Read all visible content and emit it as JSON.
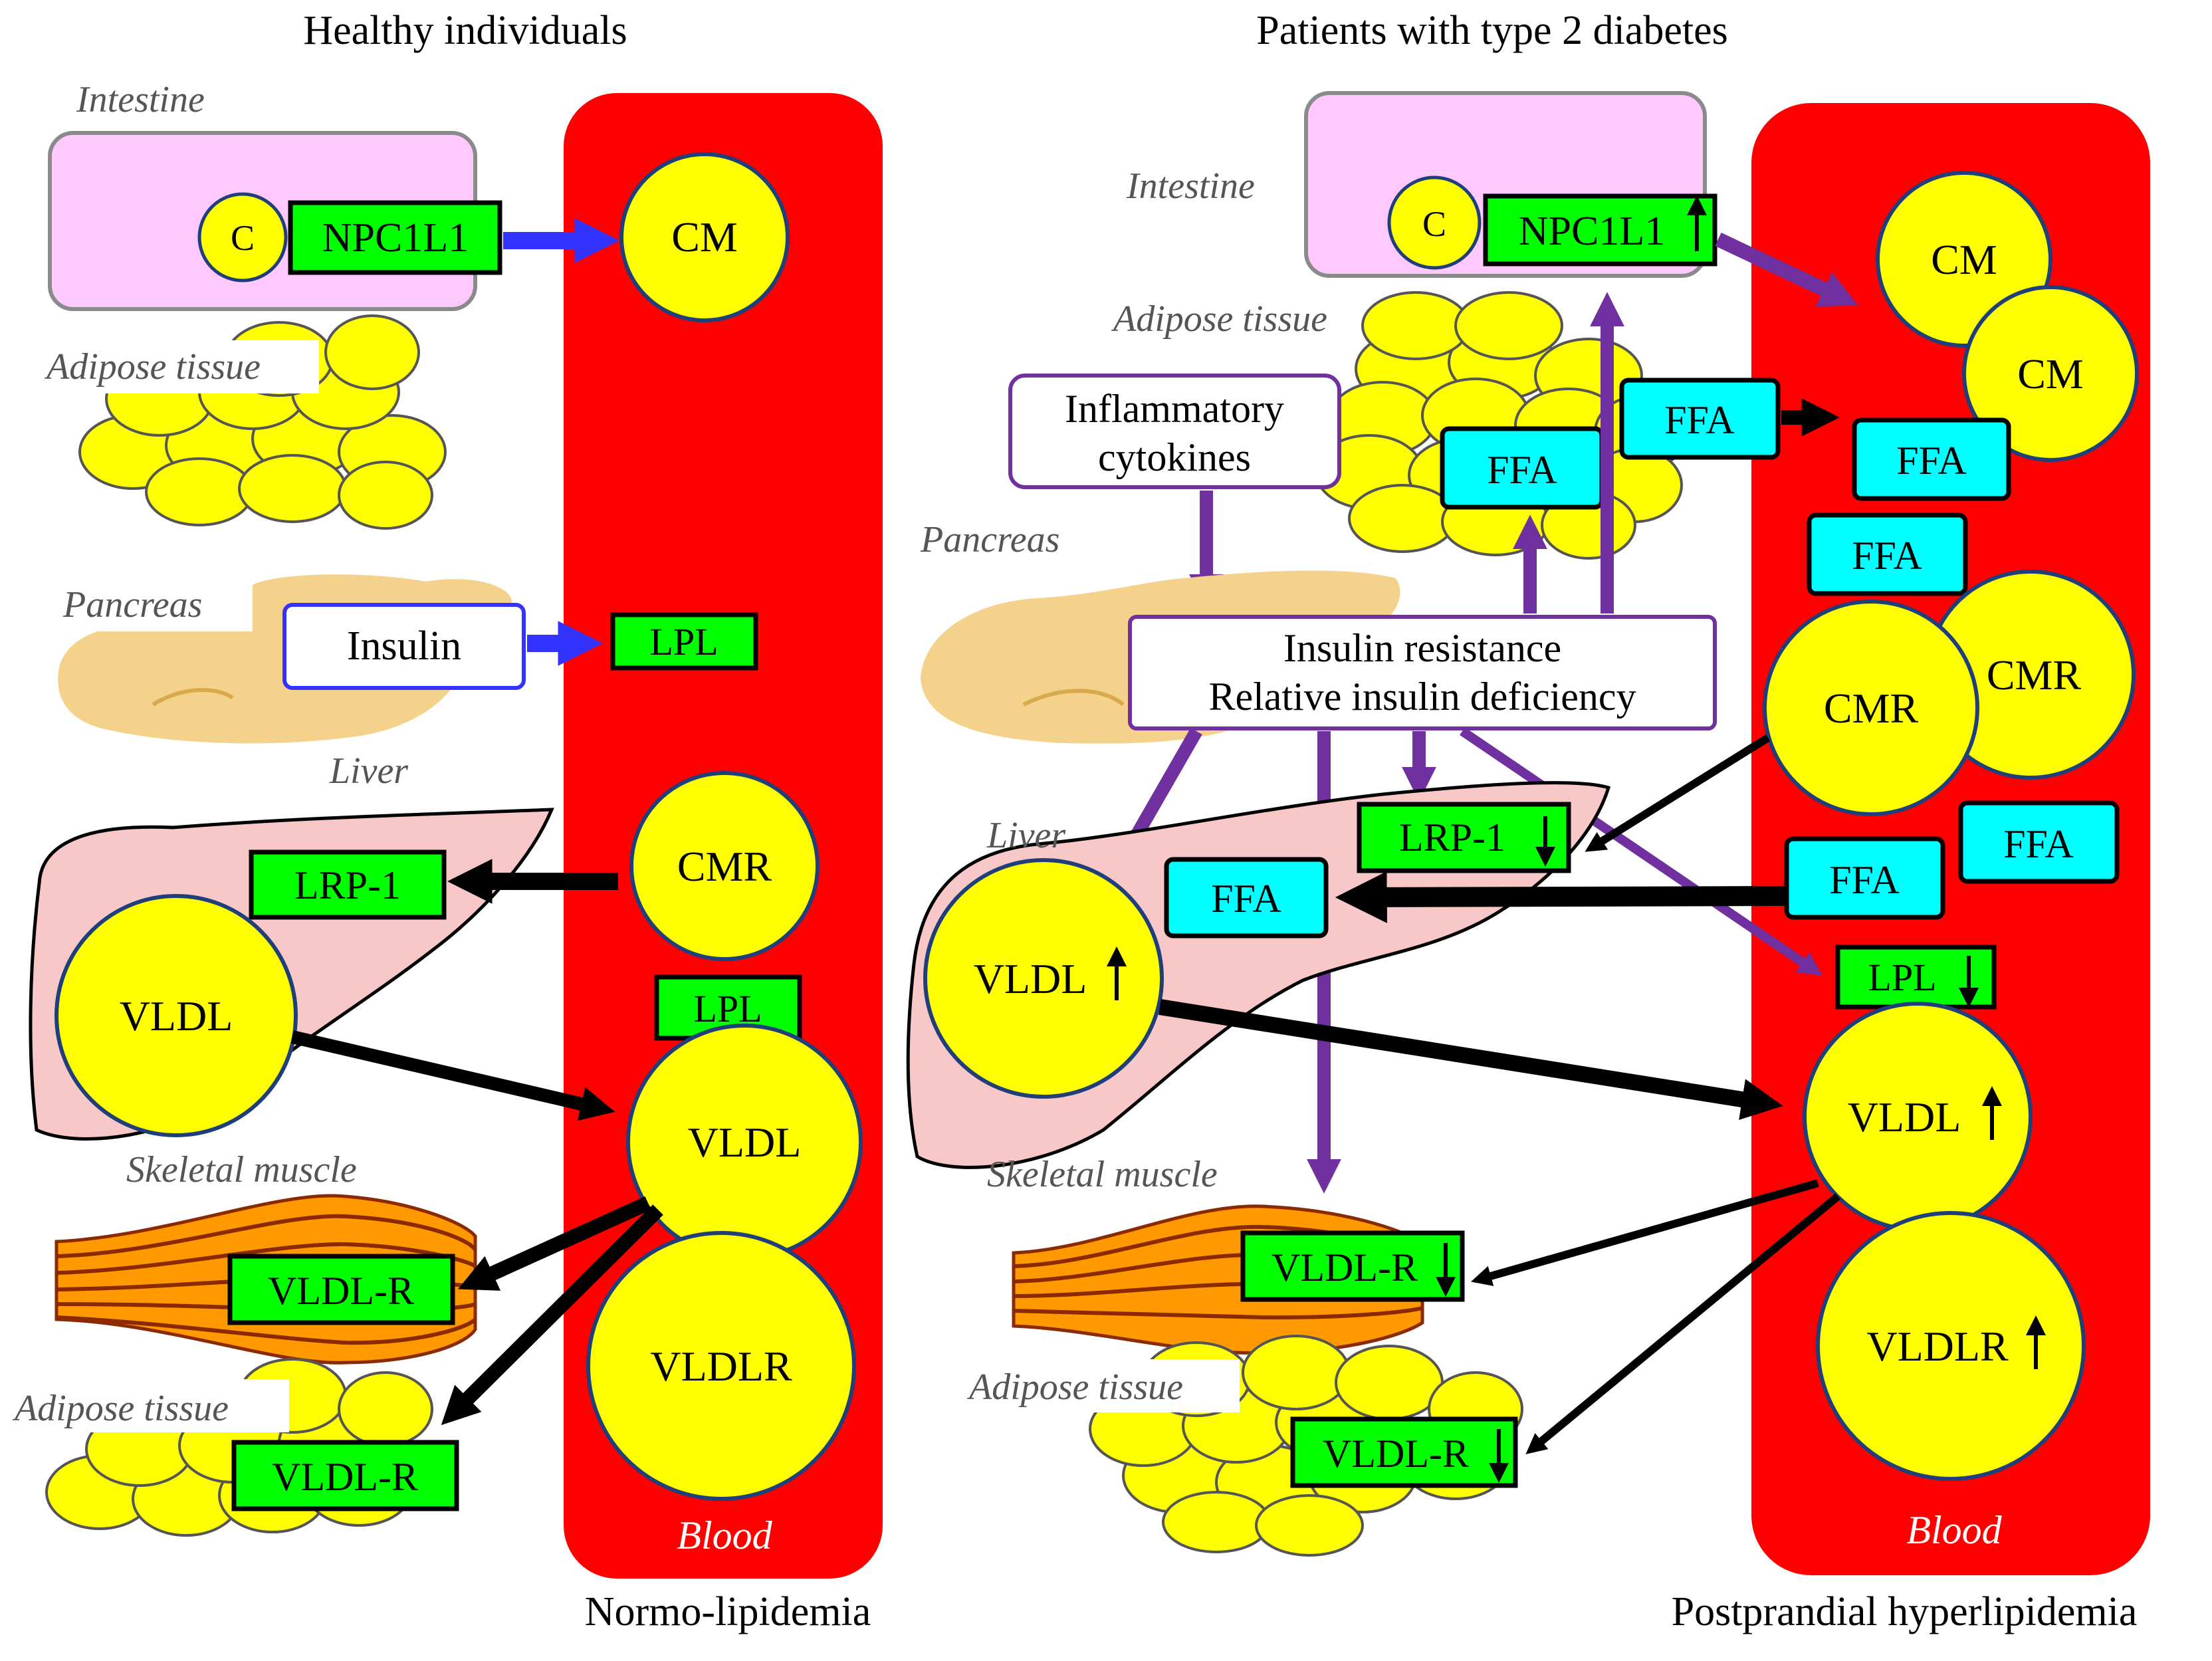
{
  "healthy": {
    "title": "Healthy individuals",
    "footer": "Normo-lipidemia",
    "organs": {
      "intestine": "Intestine",
      "adipose_top": "Adipose tissue",
      "pancreas": "Pancreas",
      "liver": "Liver",
      "skeletal_muscle": "Skeletal muscle",
      "adipose_bottom": "Adipose tissue"
    },
    "labels": {
      "c": "C",
      "npc1l1": "NPC1L1",
      "insulin": "Insulin",
      "lrp1": "LRP-1",
      "vldl_liver": "VLDL",
      "muscle_receptor": "VLDL-R",
      "adipose_receptor": "VLDL-R"
    },
    "blood": {
      "cm": "CM",
      "lpl_top": "LPL",
      "cmr": "CMR",
      "lpl_mid": "LPL",
      "vldl": "VLDL",
      "vldlr": "VLDLR",
      "blood_label": "Blood"
    }
  },
  "diabetes": {
    "title": "Patients with type 2 diabetes",
    "footer": "Postprandial hyperlipidemia",
    "organs": {
      "intestine": "Intestine",
      "adipose_top": "Adipose tissue",
      "pancreas": "Pancreas",
      "liver": "Liver",
      "skeletal_muscle": "Skeletal muscle",
      "adipose_bottom": "Adipose tissue"
    },
    "labels": {
      "c": "C",
      "npc1l1": "NPC1L1",
      "inflam_line1": "Inflammatory",
      "inflam_line2": "cytokines",
      "ir_line1": "Insulin resistance",
      "ir_line2": "Relative insulin deficiency",
      "ffa_adipose_inner": "FFA",
      "ffa_adipose_outer": "FFA",
      "lrp1": "LRP-1",
      "ffa_liver": "FFA",
      "vldl_liver": "VLDL",
      "muscle_receptor": "VLDL-R",
      "adipose_receptor": "VLDL-R"
    },
    "blood": {
      "cm1": "CM",
      "cm2": "CM",
      "ffa1": "FFA",
      "ffa2": "FFA",
      "cmr1": "CMR",
      "cmr2": "CMR",
      "ffa3": "FFA",
      "ffa4": "FFA",
      "lpl": "LPL",
      "vldl": "VLDL",
      "vldlr": "VLDLR",
      "blood_label": "Blood"
    }
  },
  "colors": {
    "blood": "#ff0000",
    "particle": "#ffff00",
    "receptor": "#00ff00",
    "ffa": "#00ffff",
    "intestine": "#ffc8ff",
    "liver": "#f8c8c8",
    "pancreas": "#f5d28c",
    "muscle": "#ff9900",
    "arrow_normal": "#3333ff",
    "arrow_diabetes": "#7030a0",
    "arrow_black": "#000000"
  }
}
